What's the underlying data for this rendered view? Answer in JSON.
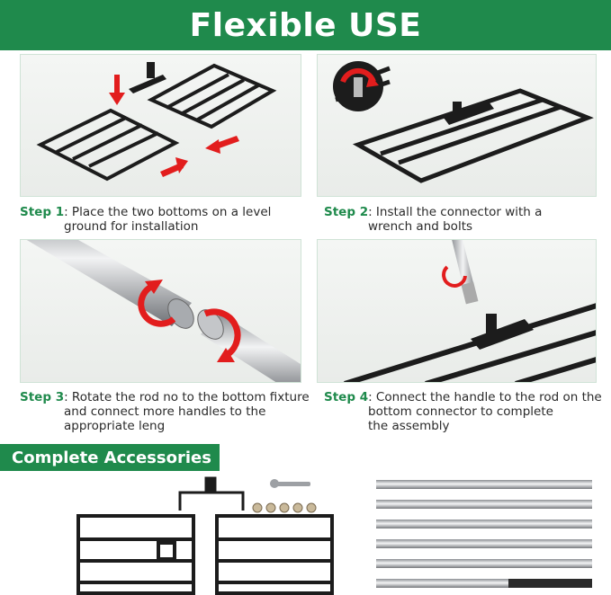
{
  "header": {
    "title": "Flexible USE"
  },
  "steps": [
    {
      "label": "Step 1",
      "line1": ": Place the two bottoms on a level",
      "line2": "ground  for installation"
    },
    {
      "label": "Step 2",
      "line1": ": Install the connector with a",
      "line2": "wrench and bolts"
    },
    {
      "label": "Step 3",
      "line1": ": Rotate the rod no to the bottom fixture",
      "line2": "and connect more handles to the",
      "line3": "appropriate leng"
    },
    {
      "label": "Step 4",
      "line1": ": Connect the handle to the rod on the",
      "line2": "bottom connector to complete",
      "line3": "the assembly"
    }
  ],
  "accessories": {
    "title": "Complete Accessories"
  },
  "colors": {
    "brand_green": "#1f8a4c",
    "arrow_red": "#e21d1d",
    "frame_black": "#1c1c1c"
  }
}
